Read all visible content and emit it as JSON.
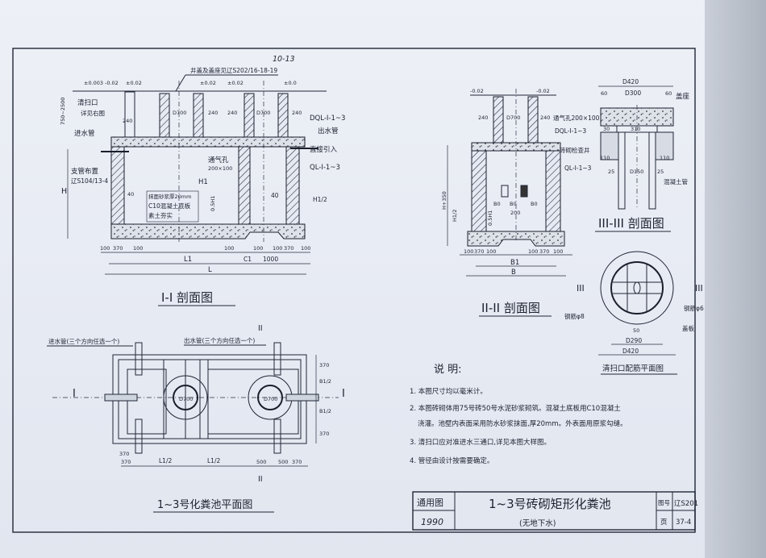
{
  "handwritten_ref": "10-13",
  "section_1": {
    "title": "I-I 剖面图",
    "cover_note": "井盖及盖座见辽S202/16-18-19",
    "elev_labels": [
      "±0.003",
      "-0.02",
      "±0.02",
      "±0.02",
      "±0.02",
      "±0.0"
    ],
    "cleanout": "清扫口",
    "cleanout_ref": "详见右图",
    "inlet": "进水管",
    "support": "支管布置",
    "support_ref": "辽S104/13-4",
    "depth_range": "750~2500",
    "H": "H",
    "H1": "H1",
    "half_H1": "0.5H1",
    "half_H1_b": "H1/2",
    "vent": "通气孔",
    "vent_size": "200×100",
    "layer1": "抹面砂浆厚20mm",
    "layer2": "C10混凝土底板",
    "layer3": "素土夯实",
    "beam1": "DQL-I-1~3",
    "outlet": "出水管",
    "direct": "直接引入",
    "beam2": "QL-I-1~3",
    "wall_dims": [
      "240",
      "D700",
      "240",
      "240",
      "D700",
      "240"
    ],
    "bottom_dims": [
      "100",
      "370",
      "100",
      "100",
      "100",
      "100",
      "370",
      "100"
    ],
    "L1": "L1",
    "C1": "C1",
    "d1000": "1000",
    "L": "L",
    "d40": "40",
    "d40b": "40"
  },
  "section_2": {
    "title": "II-II 剖面图",
    "elev_labels": [
      "-0.02",
      "-0.02"
    ],
    "wall_dims": [
      "240",
      "D700",
      "240"
    ],
    "vent": "通气孔200×100",
    "beam1": "DQL-I-1~3",
    "brick": "砖砌检查井",
    "beam2": "QL-I-1~3",
    "height": "H+350",
    "half": "H1/2",
    "half_b": "0.5H1",
    "b_labels": [
      "B0",
      "B0",
      "B0",
      "200"
    ],
    "bottom_dims": [
      "100",
      "370",
      "100",
      "100",
      "370",
      "100"
    ],
    "B1": "B1",
    "B": "B"
  },
  "section_3": {
    "title": "III-III 剖面图",
    "d420": "D420",
    "d300": "D300",
    "side_dims": [
      "60",
      "60"
    ],
    "cover": "盖座",
    "d310": "310",
    "d30": "30",
    "d110a": "110",
    "d110b": "110",
    "d25a": "25",
    "d25b": "25",
    "d150": "D150",
    "pipe": "混凝土管"
  },
  "cleanout_plan": {
    "title": "清扫口配筋平面图",
    "marker": "III",
    "rebar": "钢筋φ8",
    "rebar2": "钢筋φ6",
    "plate": "盖板",
    "d290": "D290",
    "d420": "D420",
    "d50": "50"
  },
  "plan": {
    "title": "1~3号化粪池平面图",
    "inlet_note": "进水管(三个方向任选一个)",
    "outlet_note": "出水管(三个方向任选一个)",
    "section_mark_1": "I",
    "section_mark_2": "II",
    "dims_bottom": [
      "370",
      "370",
      "L1/2",
      "L1/2",
      "500",
      "500",
      "370"
    ],
    "dims_right": [
      "370",
      "B1/2",
      "B1/2",
      "370"
    ],
    "manhole": "D700"
  },
  "notes": {
    "heading": "说 明:",
    "items": [
      "1. 本图尺寸均以毫米计。",
      "2. 本图砖砌体用75号砖50号水泥砂浆砌筑。混凝土底板用C10混凝土",
      "浇灌。池壁内表面采用防水砂浆抹面,厚20mm。外表面用原浆勾缝。",
      "3. 清扫口应对准进水三通口,详见本图大样图。",
      "4. 管径由设计按需要确定。"
    ]
  },
  "title_block": {
    "category": "通用图",
    "year": "1990",
    "title": "1~3号砖砌矩形化粪池",
    "subtitle": "(无地下水)",
    "fig_no_label": "图号",
    "fig_no": "辽S201",
    "page_label": "页",
    "page": "37-4"
  }
}
